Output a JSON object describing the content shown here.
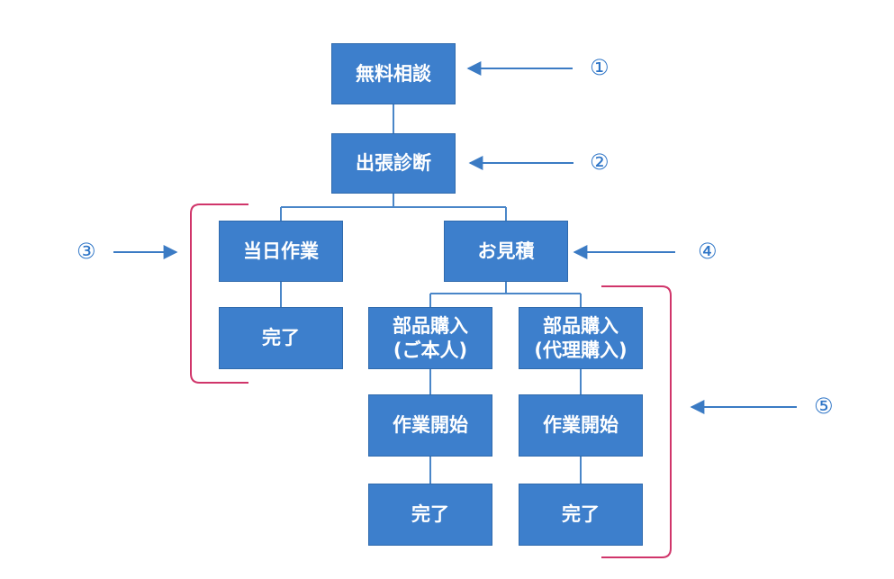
{
  "nodes": {
    "consultation": "無料相談",
    "diagnosis": "出張診断",
    "same_day_work": "当日作業",
    "same_day_done": "完了",
    "estimate": "お見積",
    "parts_self": "部品購入\n(ご本人)",
    "parts_proxy": "部品購入\n(代理購入)",
    "work_start_self": "作業開始",
    "work_start_proxy": "作業開始",
    "done_self": "完了",
    "done_proxy": "完了"
  },
  "markers": {
    "step1": "①",
    "step2": "②",
    "step3": "③",
    "step4": "④",
    "step5": "⑤"
  },
  "colors": {
    "node_fill": "#3d7fcc",
    "node_border": "#2f6aad",
    "connector": "#4a86c8",
    "arrow": "#3b7bc4",
    "bracket": "#d0356a",
    "marker_text": "#2e75c7"
  }
}
